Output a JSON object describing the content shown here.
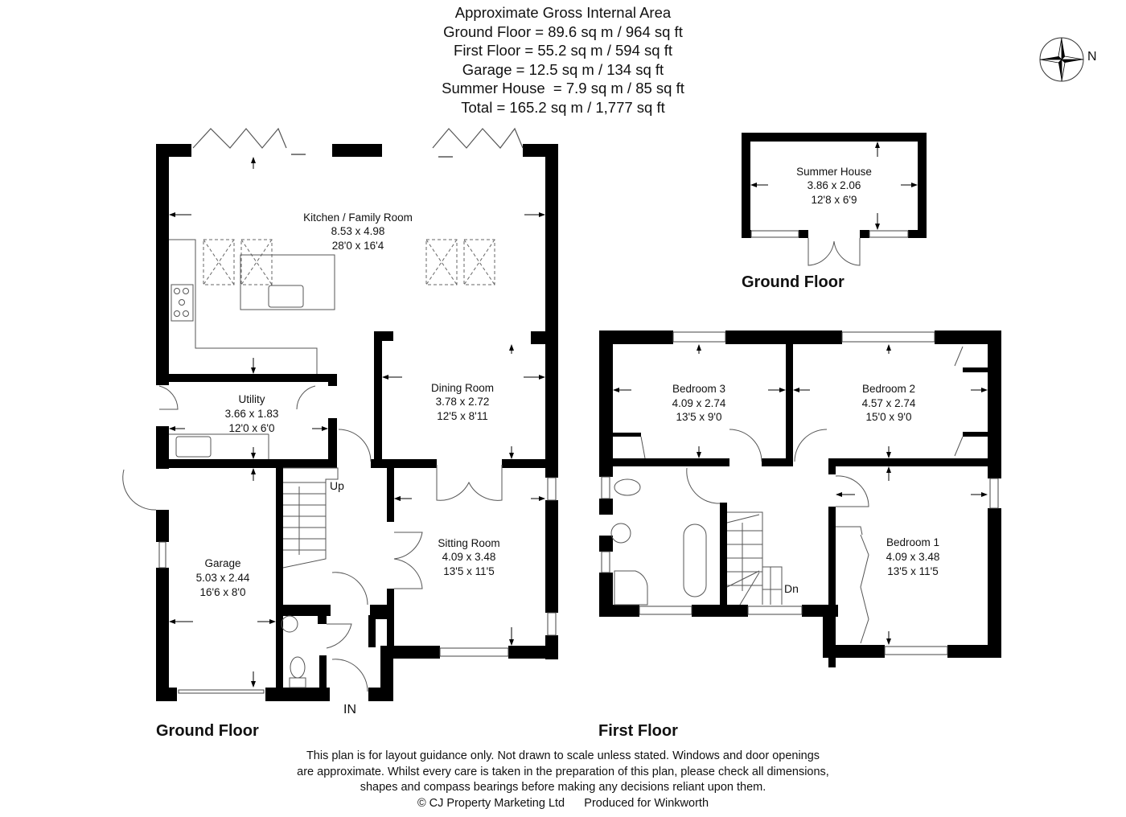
{
  "area_summary": {
    "title": "Approximate Gross Internal Area",
    "lines": [
      "Ground Floor = 89.6 sq m / 964 sq ft",
      "First Floor = 55.2 sq m / 594 sq ft",
      "Garage = 12.5 sq m / 134 sq ft",
      "Summer House  = 7.9 sq m / 85 sq ft",
      "Total = 165.2 sq m / 1,777 sq ft"
    ]
  },
  "compass": {
    "label": "N",
    "icon": "compass-rose-icon"
  },
  "ground_floor": {
    "label": "Ground Floor",
    "rooms": [
      {
        "name": "Kitchen / Family Room",
        "metric": "8.53 x 4.98",
        "imperial": "28'0 x 16'4"
      },
      {
        "name": "Dining Room",
        "metric": "3.78 x 2.72",
        "imperial": "12'5 x 8'11"
      },
      {
        "name": "Utility",
        "metric": "3.66 x 1.83",
        "imperial": "12'0 x 6'0"
      },
      {
        "name": "Garage",
        "metric": "5.03 x 2.44",
        "imperial": "16'6 x 8'0"
      },
      {
        "name": "Sitting Room",
        "metric": "4.09 x 3.48",
        "imperial": "13'5 x 11'5"
      }
    ],
    "stairs_label": "Up",
    "entrance_label": "IN"
  },
  "summer_house": {
    "label": "Ground Floor",
    "room": {
      "name": "Summer House",
      "metric": "3.86 x 2.06",
      "imperial": "12'8 x 6'9"
    }
  },
  "first_floor": {
    "label": "First Floor",
    "rooms": [
      {
        "name": "Bedroom 3",
        "metric": "4.09 x 2.74",
        "imperial": "13'5 x 9'0"
      },
      {
        "name": "Bedroom 2",
        "metric": "4.57 x 2.74",
        "imperial": "15'0 x 9'0"
      },
      {
        "name": "Bedroom 1",
        "metric": "4.09 x 3.48",
        "imperial": "13'5 x 11'5"
      }
    ],
    "stairs_label": "Dn"
  },
  "disclaimer": {
    "lines": [
      "This plan is for layout guidance only. Not drawn to scale unless stated. Windows and door openings",
      "are approximate. Whilst every care is taken in the preparation of this plan, please check all dimensions,",
      "shapes and compass bearings before making any decisions reliant upon them.",
      "© CJ Property Marketing Ltd      Produced for Winkworth"
    ]
  },
  "colors": {
    "wall": "#000000",
    "line": "#444444",
    "background": "#ffffff"
  }
}
